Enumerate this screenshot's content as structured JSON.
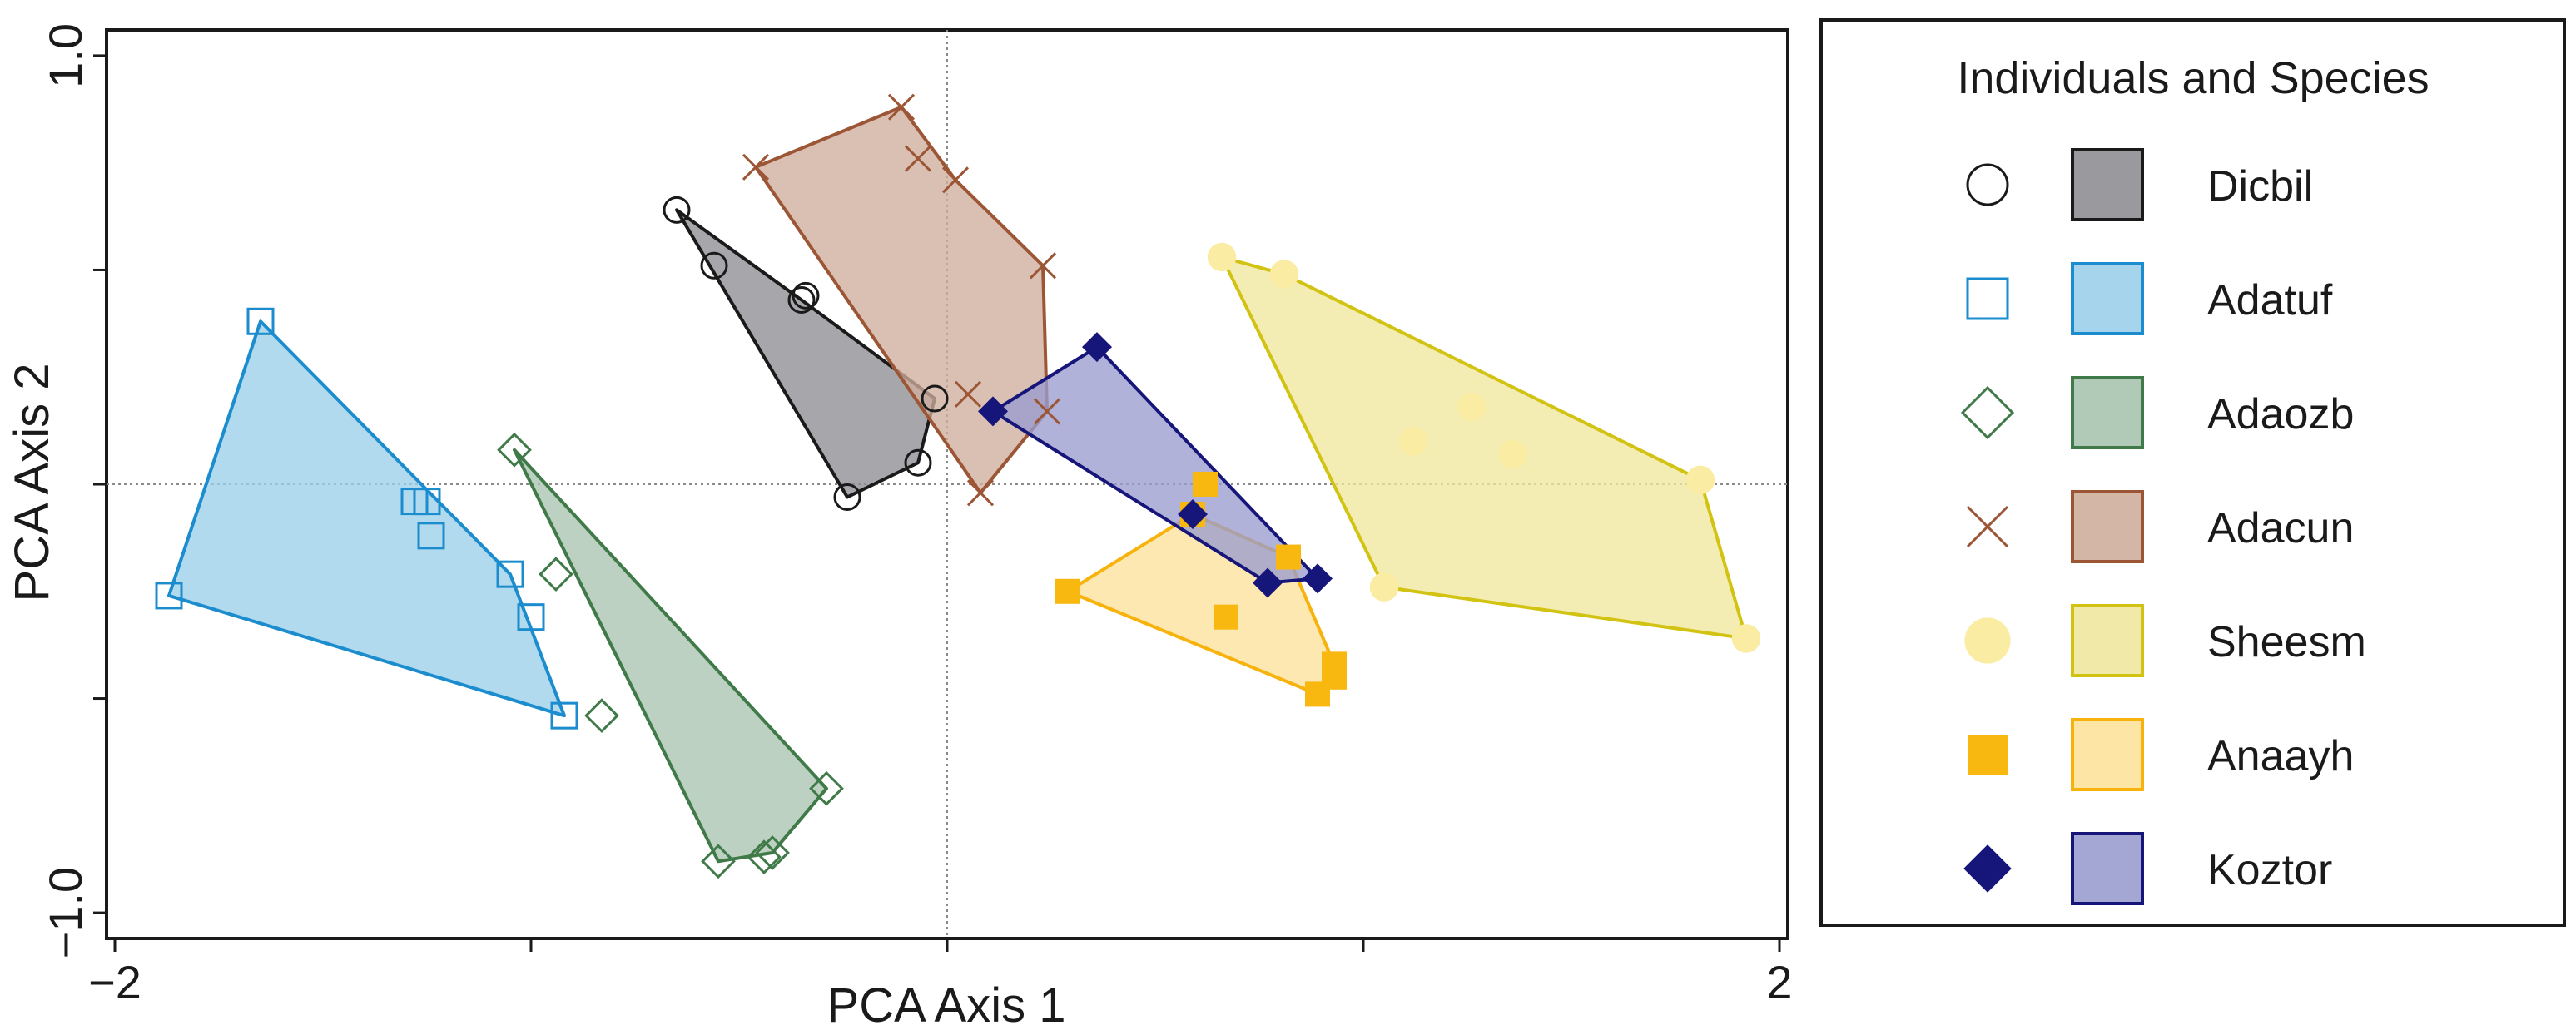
{
  "chart_data": {
    "type": "scatter",
    "title": "",
    "xlabel": "PCA Axis 1",
    "ylabel": "PCA Axis 2",
    "xlim": [
      -2.02,
      2.02
    ],
    "ylim": [
      -1.06,
      1.06
    ],
    "x_ticks": [
      -2,
      0,
      2
    ],
    "x_tick_labels": [
      "−2",
      "",
      "2"
    ],
    "y_ticks": [
      -1,
      0,
      1
    ],
    "y_tick_labels": [
      "−1.0",
      "",
      "1.0"
    ],
    "minor_x_ticks": [
      -1,
      1
    ],
    "minor_y_ticks": [
      -0.5,
      0.5
    ],
    "reference_lines": {
      "x": 0,
      "y": 0,
      "style": "dotted"
    },
    "grid": false,
    "legend": {
      "title": "Individuals and Species",
      "placement": "right"
    },
    "series": [
      {
        "name": "Dicbil",
        "marker": "circle-open",
        "stroke": "#1a1a1a",
        "fill": "#8e8e93",
        "points": [
          [
            -0.65,
            0.64
          ],
          [
            -0.56,
            0.51
          ],
          [
            -0.35,
            0.43
          ],
          [
            -0.34,
            0.44
          ],
          [
            -0.03,
            0.2
          ],
          [
            -0.07,
            0.05
          ],
          [
            -0.24,
            -0.03
          ]
        ],
        "hull": [
          [
            -0.65,
            0.64
          ],
          [
            -0.35,
            0.43
          ],
          [
            -0.03,
            0.2
          ],
          [
            -0.07,
            0.05
          ],
          [
            -0.24,
            -0.03
          ]
        ]
      },
      {
        "name": "Adatuf",
        "marker": "square-open",
        "stroke": "#1b8ccd",
        "fill": "#9ccfea",
        "points": [
          [
            -1.65,
            0.38
          ],
          [
            -1.28,
            -0.04
          ],
          [
            -1.25,
            -0.04
          ],
          [
            -1.24,
            -0.12
          ],
          [
            -1.05,
            -0.21
          ],
          [
            -1.0,
            -0.31
          ],
          [
            -0.92,
            -0.54
          ],
          [
            -1.87,
            -0.26
          ]
        ],
        "hull": [
          [
            -1.65,
            0.38
          ],
          [
            -1.05,
            -0.21
          ],
          [
            -0.92,
            -0.54
          ],
          [
            -1.87,
            -0.26
          ]
        ]
      },
      {
        "name": "Adaozb",
        "marker": "diamond-open",
        "stroke": "#3f7a48",
        "fill": "#a9c4af",
        "points": [
          [
            -1.04,
            0.08
          ],
          [
            -0.94,
            -0.21
          ],
          [
            -0.83,
            -0.54
          ],
          [
            -0.29,
            -0.71
          ],
          [
            -0.42,
            -0.86
          ],
          [
            -0.44,
            -0.87
          ],
          [
            -0.55,
            -0.88
          ]
        ],
        "hull": [
          [
            -1.04,
            0.08
          ],
          [
            -0.29,
            -0.71
          ],
          [
            -0.42,
            -0.86
          ],
          [
            -0.55,
            -0.88
          ]
        ]
      },
      {
        "name": "Adacun",
        "marker": "x",
        "stroke": "#9c5636",
        "fill": "#cfae9d",
        "points": [
          [
            -0.46,
            0.74
          ],
          [
            -0.11,
            0.88
          ],
          [
            -0.07,
            0.76
          ],
          [
            0.02,
            0.71
          ],
          [
            0.23,
            0.51
          ],
          [
            0.24,
            0.17
          ],
          [
            0.05,
            0.21
          ],
          [
            0.08,
            -0.02
          ]
        ],
        "hull": [
          [
            -0.46,
            0.74
          ],
          [
            -0.11,
            0.88
          ],
          [
            0.02,
            0.71
          ],
          [
            0.23,
            0.51
          ],
          [
            0.24,
            0.17
          ],
          [
            0.08,
            -0.02
          ]
        ]
      },
      {
        "name": "Sheesm",
        "marker": "circle-filled",
        "stroke": "#d2c312",
        "fill": "#efe79d",
        "point_fill": "#fbeca4",
        "points": [
          [
            0.66,
            0.53
          ],
          [
            0.81,
            0.49
          ],
          [
            1.26,
            0.18
          ],
          [
            1.12,
            0.1
          ],
          [
            1.36,
            0.07
          ],
          [
            1.81,
            0.01
          ],
          [
            1.05,
            -0.24
          ],
          [
            1.92,
            -0.36
          ]
        ],
        "hull": [
          [
            0.66,
            0.53
          ],
          [
            0.81,
            0.49
          ],
          [
            1.81,
            0.01
          ],
          [
            1.92,
            -0.36
          ],
          [
            1.05,
            -0.24
          ]
        ]
      },
      {
        "name": "Anaayh",
        "marker": "square-filled",
        "stroke": "#f7b20b",
        "fill": "#fde29c",
        "point_fill": "#f9b80f",
        "points": [
          [
            0.62,
            0.0
          ],
          [
            0.59,
            -0.07
          ],
          [
            0.82,
            -0.17
          ],
          [
            0.29,
            -0.25
          ],
          [
            0.67,
            -0.31
          ],
          [
            0.93,
            -0.42
          ],
          [
            0.93,
            -0.45
          ],
          [
            0.89,
            -0.49
          ]
        ],
        "hull": [
          [
            0.59,
            -0.07
          ],
          [
            0.82,
            -0.17
          ],
          [
            0.93,
            -0.42
          ],
          [
            0.89,
            -0.49
          ],
          [
            0.29,
            -0.25
          ]
        ]
      },
      {
        "name": "Koztor",
        "marker": "diamond-filled",
        "stroke": "#16157a",
        "fill": "#9a9ccf",
        "point_fill": "#16157a",
        "points": [
          [
            0.36,
            0.32
          ],
          [
            0.11,
            0.17
          ],
          [
            0.59,
            -0.07
          ],
          [
            0.77,
            -0.23
          ],
          [
            0.89,
            -0.22
          ]
        ],
        "hull": [
          [
            0.36,
            0.32
          ],
          [
            0.89,
            -0.22
          ],
          [
            0.77,
            -0.23
          ],
          [
            0.11,
            0.17
          ]
        ]
      }
    ]
  }
}
